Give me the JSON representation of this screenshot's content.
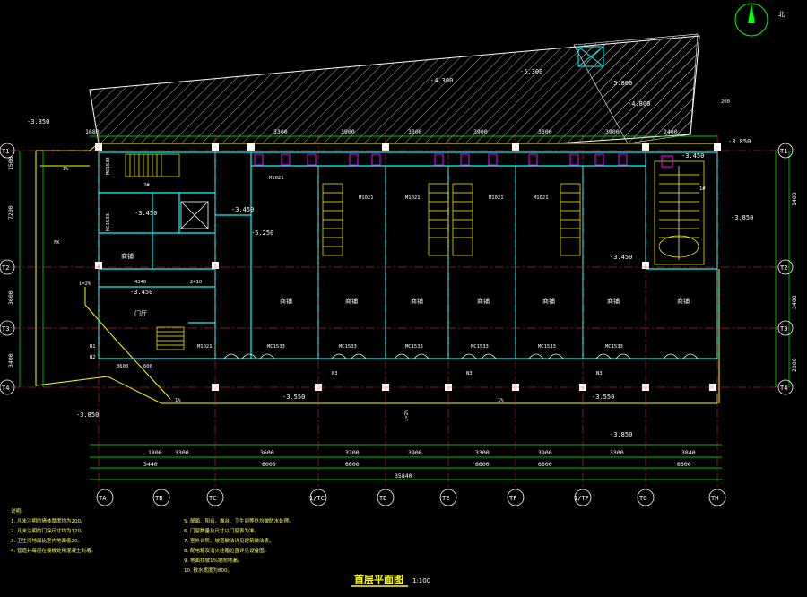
{
  "drawing": {
    "title": "首层平面图",
    "scale": "1:100",
    "north_label": "北"
  },
  "axes": {
    "vertical": [
      "TA",
      "TB",
      "TC",
      "TD",
      "TE",
      "TF",
      "TG",
      "TH"
    ],
    "horizontal": [
      "T1",
      "T2",
      "T3",
      "T4"
    ],
    "sub_axes": [
      "1/TC",
      "1/TF"
    ]
  },
  "levels": [
    "-3.850",
    "-3.850",
    "-3.850",
    "-3.850",
    "-3.850",
    "-3.550",
    "-3.550",
    "-3.450",
    "-3.450",
    "-3.450",
    "-3.450",
    "-3.450",
    "-4.300",
    "-4.800",
    "-5.250",
    "-5.300",
    "-5.800"
  ],
  "dims_top": [
    "1680",
    "3300",
    "3900",
    "3300",
    "3900",
    "3300",
    "3900",
    "2400"
  ],
  "dims_bottom_segments": [
    "1800",
    "3300",
    "3600",
    "3300",
    "3900",
    "3300",
    "3900",
    "3300",
    "3840"
  ],
  "dims_bottom_mid": [
    "3440",
    "6000",
    "6600",
    "6600",
    "6600",
    "6600"
  ],
  "dims_total": "35840",
  "dims_left": [
    "1500",
    "7200",
    "3600",
    "3400"
  ],
  "dims_right": [
    "1400",
    "3400",
    "2000"
  ],
  "room_labels": [
    "商铺",
    "商铺",
    "商铺",
    "商铺",
    "商铺",
    "商铺",
    "商铺",
    "商铺",
    "门厅"
  ],
  "door_tags": [
    "MC1533",
    "MC1533",
    "MC1533",
    "MC1533",
    "MC1533",
    "MC1533",
    "M1021",
    "M1021",
    "M1021",
    "M1021",
    "M1021",
    "MC1533",
    "MC1533",
    "M1021",
    "N1",
    "N2",
    "N3",
    "N3",
    "N3"
  ],
  "side_tags": [
    "FK",
    "2#",
    "1#"
  ],
  "slope_labels": [
    "1%",
    "1%",
    "1%",
    "i=2%",
    "i=2%"
  ],
  "small_dims": [
    "4340",
    "2410",
    "200",
    "3600",
    "600"
  ],
  "notes_left": [
    "说明:",
    "1. 凡未注明的墙体厚度均为200。",
    "2. 凡未注明的门垛尺寸均为120。",
    "3. 卫生间地面比室内地面低20。",
    "4. 管道井每层在楼板处用混凝土封堵。"
  ],
  "notes_right": [
    "5. 屋面、阳台、露台、卫生间等处均做防水处理。",
    "6. 门窗数量及尺寸以门窗表为准。",
    "7. 室外台阶、坡道做法详见建筑做法表。",
    "8. 配电箱及消火栓箱位置详见设备图。",
    "9. 地面找坡1%坡向地漏。",
    "10. 散水宽度为800。"
  ],
  "colors": {
    "background": "#000000",
    "wall": "#00ffff",
    "axis": "#ff3333",
    "dim": "#00ff00",
    "line": "#ffffff",
    "outline": "#ffff00",
    "accent": "#ff00ff",
    "hatch": "#c8c8c8",
    "grid_bubble": "#ffffff"
  }
}
